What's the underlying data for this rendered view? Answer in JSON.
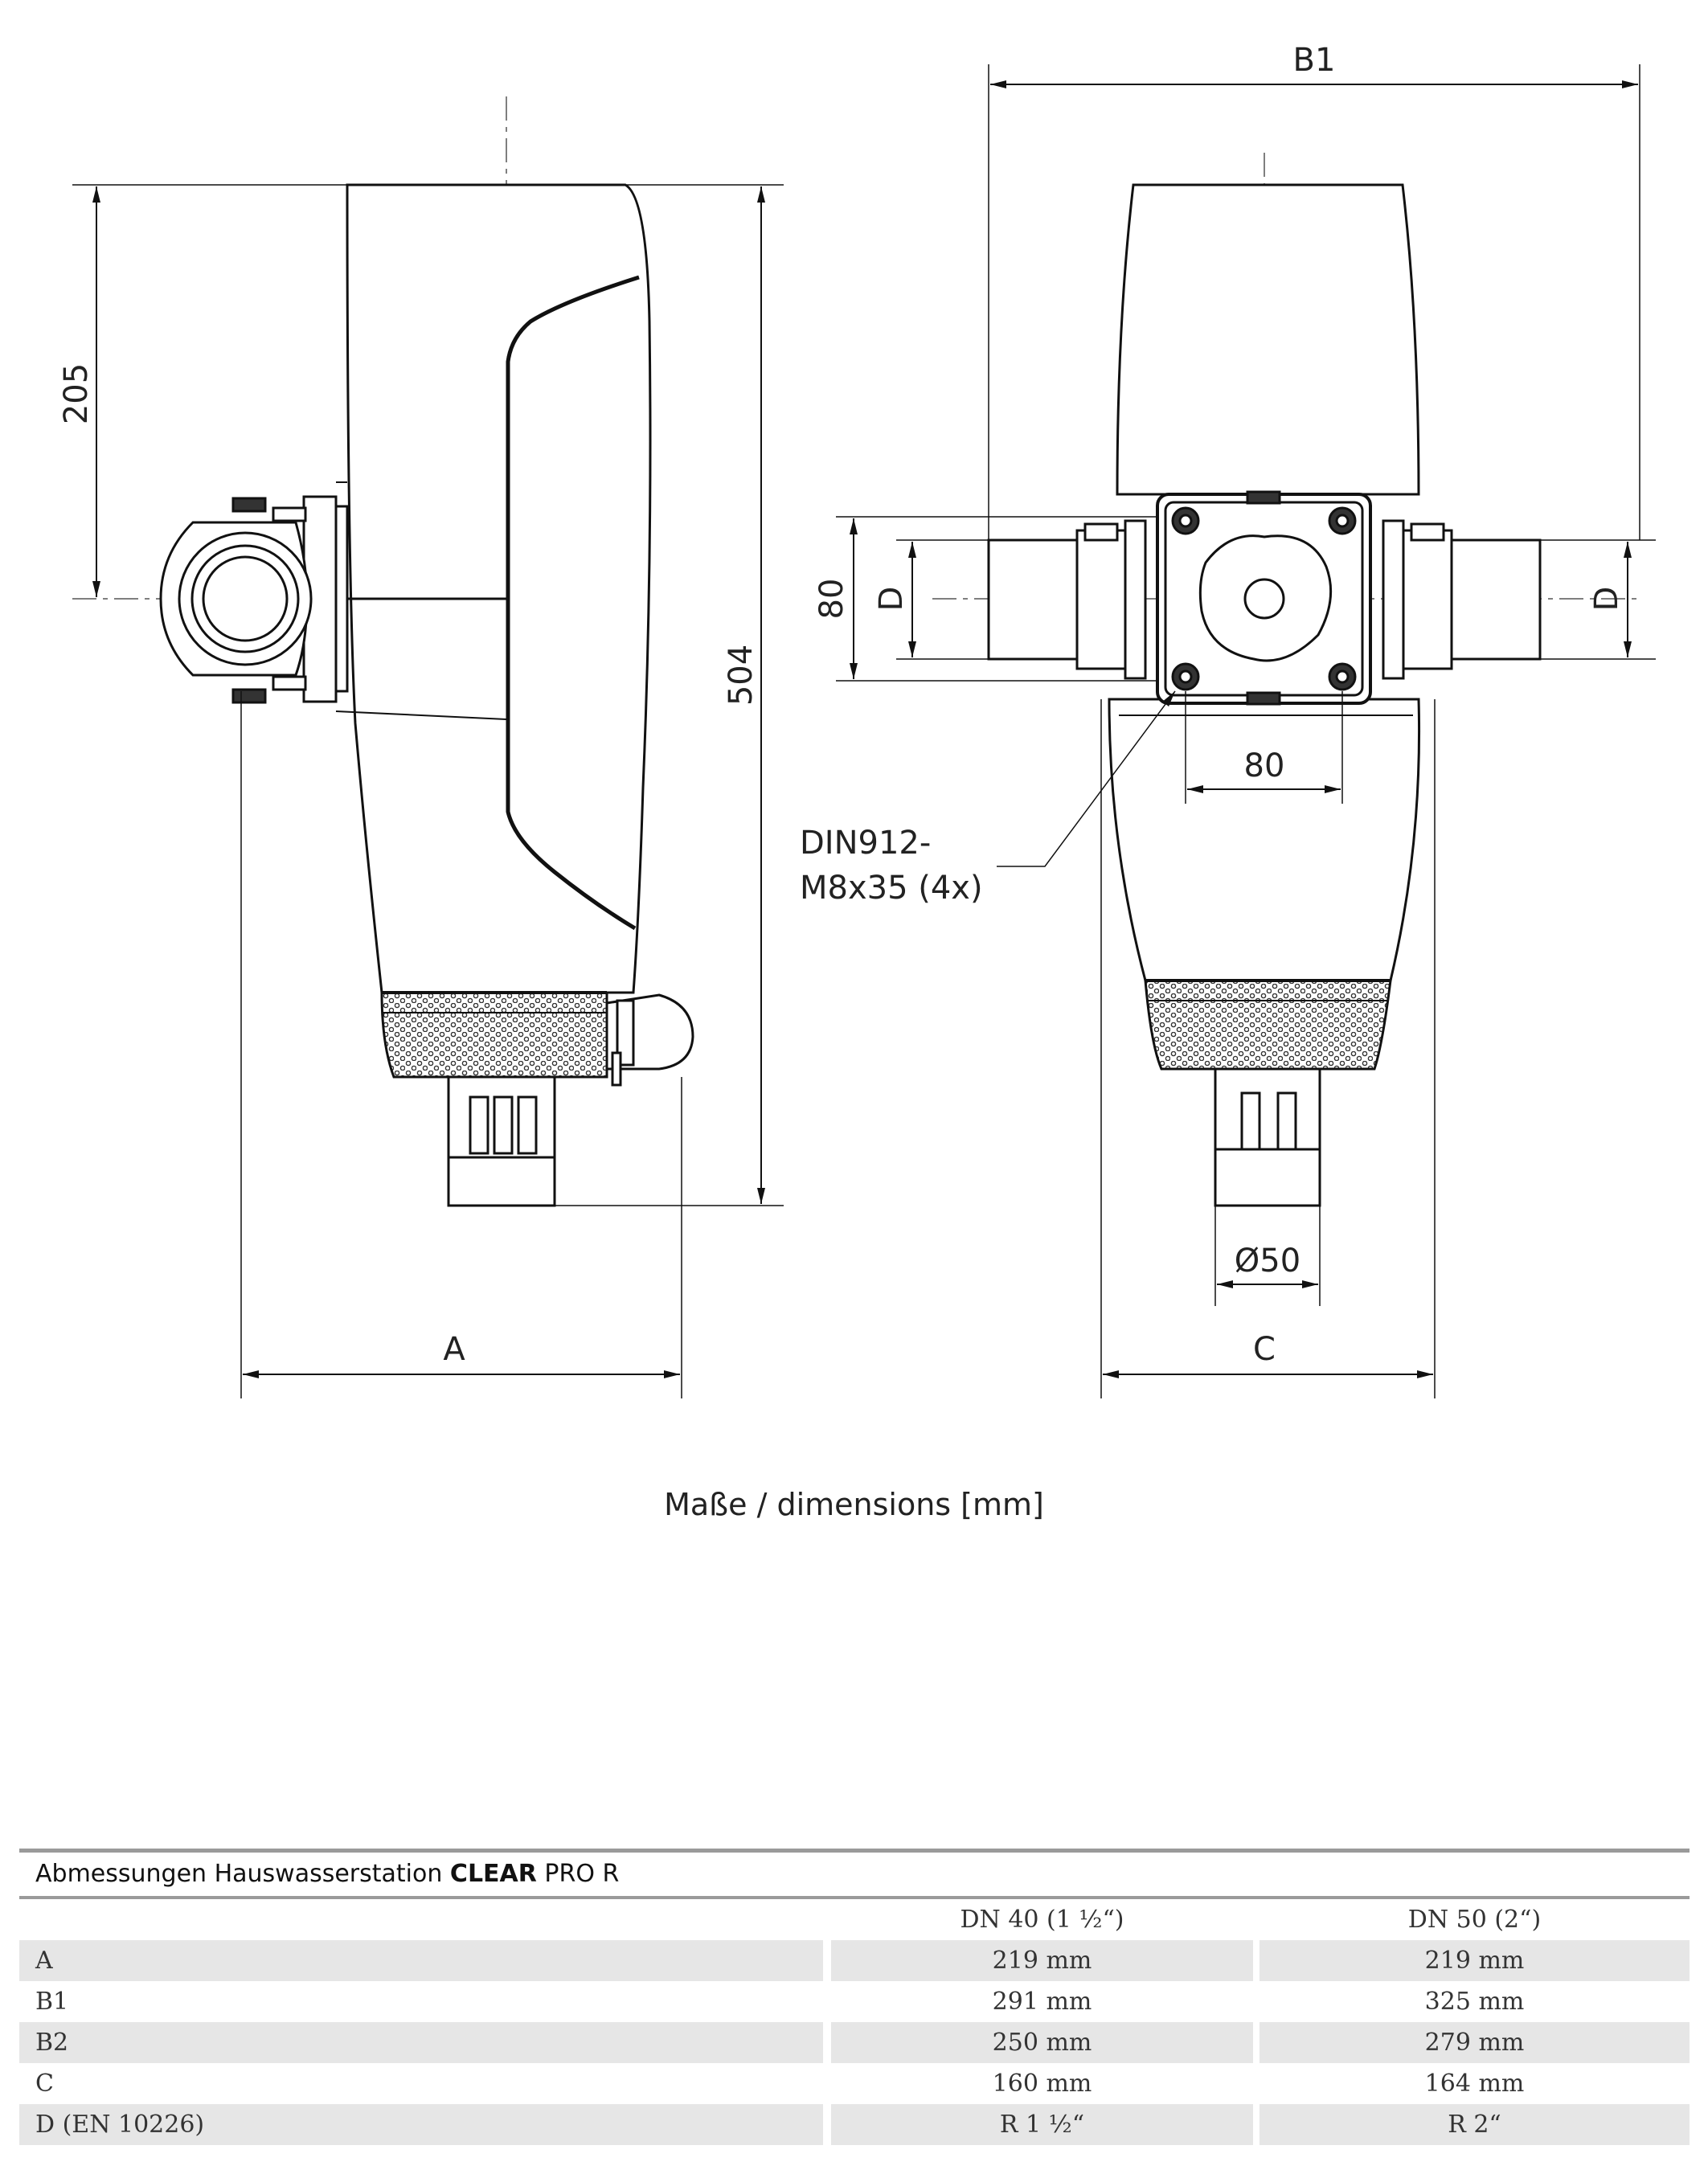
{
  "labels": {
    "dim_b1": "B1",
    "dim_205": "205",
    "dim_504": "504",
    "dim_80_vertical": "80",
    "dim_d_left": "D",
    "dim_d_right": "D",
    "dim_80_horizontal": "80",
    "callout_line1": "DIN912-",
    "callout_line2": "M8x35 (4x)",
    "dim_diameter": "Ø50",
    "dim_a": "A",
    "dim_c": "C"
  },
  "caption": "Maße / dimensions [mm]",
  "table": {
    "title_prefix": "Abmessungen Hauswasserstation ",
    "title_bold": "CLEAR",
    "title_suffix": " PRO R",
    "columns": [
      "",
      "DN 40  (1 ½“)",
      "DN 50 (2“)"
    ],
    "rows": [
      [
        "A",
        "219 mm",
        "219 mm"
      ],
      [
        "B1",
        "291 mm",
        "325 mm"
      ],
      [
        "B2",
        "250 mm",
        "279 mm"
      ],
      [
        "C",
        "160 mm",
        "164 mm"
      ],
      [
        "D (EN 10226)",
        "R 1 ½“",
        "R 2“"
      ]
    ]
  }
}
